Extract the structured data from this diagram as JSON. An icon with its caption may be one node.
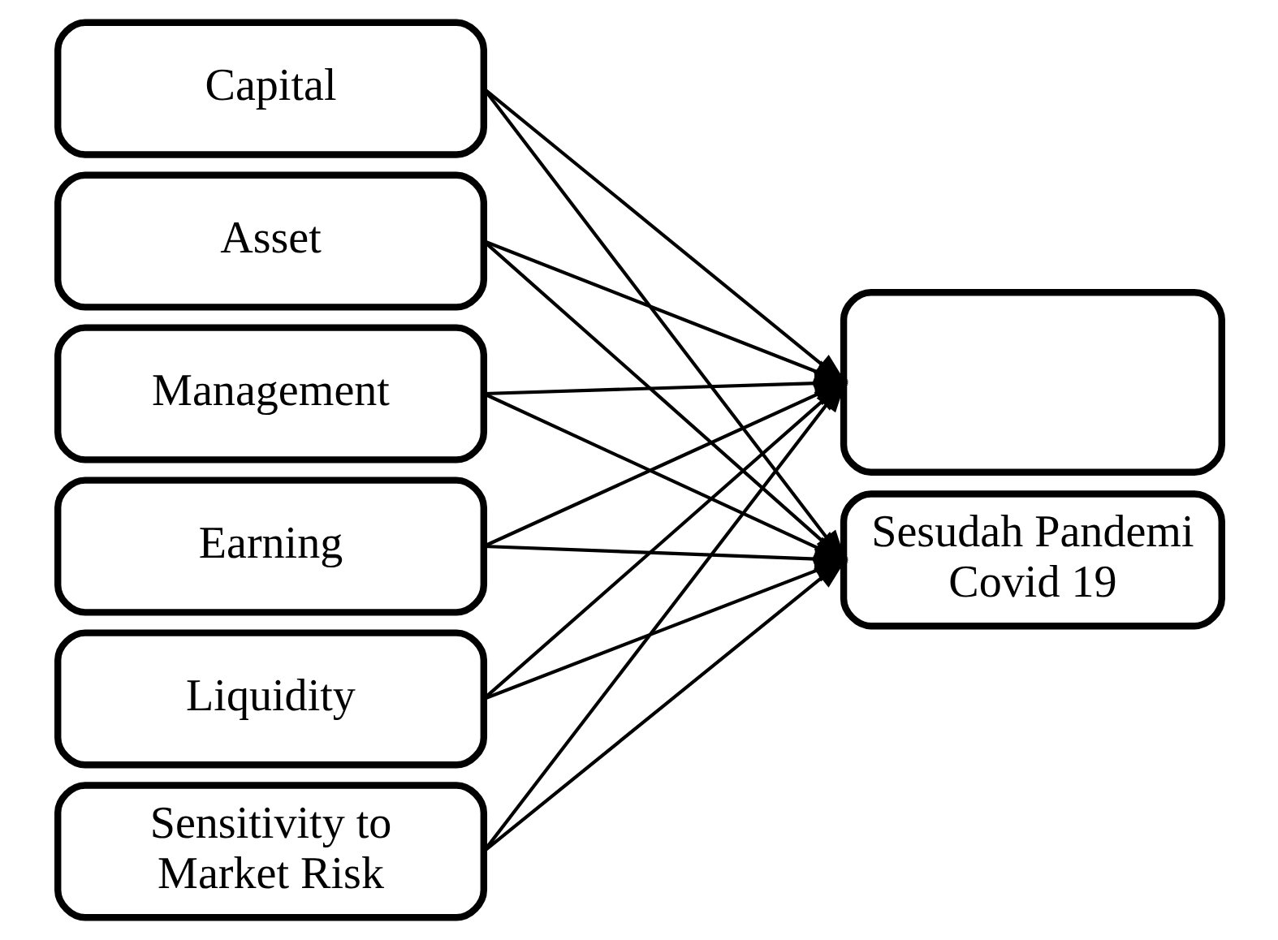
{
  "diagram": {
    "nodes": [
      {
        "text": [
          "Capital"
        ]
      },
      {
        "text": [
          "Asset"
        ]
      },
      {
        "text": [
          "Management"
        ]
      },
      {
        "text": [
          "Earning"
        ]
      },
      {
        "text": [
          "Liquidity"
        ]
      },
      {
        "text": [
          "Sensitivity to Market Risk"
        ]
      },
      {
        "text": [],
        "shape": "box"
      },
      {
        "text": [
          "Sesudah Pandemi Covid 19"
        ]
      }
    ],
    "edges": [
      {
        "from": 0,
        "to": 6,
        "arrow": "to"
      },
      {
        "from": 1,
        "to": 6,
        "arrow": "to"
      },
      {
        "from": 2,
        "to": 6,
        "arrow": "to"
      },
      {
        "from": 3,
        "to": 6,
        "arrow": "to"
      },
      {
        "from": 4,
        "to": 6,
        "arrow": "to"
      },
      {
        "from": 5,
        "to": 6,
        "arrow": "to"
      },
      {
        "from": 0,
        "to": 7,
        "arrow": "to"
      },
      {
        "from": 1,
        "to": 7,
        "arrow": "to"
      },
      {
        "from": 2,
        "to": 7,
        "arrow": "to"
      },
      {
        "from": 3,
        "to": 7,
        "arrow": "to"
      },
      {
        "from": 4,
        "to": 7,
        "arrow": "to"
      },
      {
        "from": 5,
        "to": 7,
        "arrow": "to"
      }
    ]
  }
}
